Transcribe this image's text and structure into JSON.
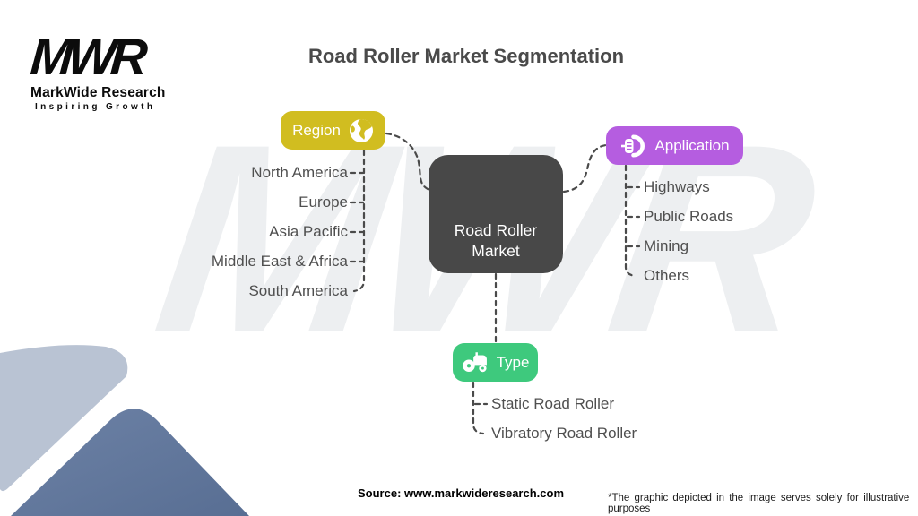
{
  "page": {
    "title": "Road Roller Market Segmentation"
  },
  "logo": {
    "mark": "MWR",
    "name": "MarkWide Research",
    "tagline": "Inspiring Growth"
  },
  "watermark": {
    "text": "MWR"
  },
  "diagram": {
    "center": {
      "line1": "Road Roller",
      "line2": "Market"
    },
    "branches": [
      {
        "id": "region",
        "label": "Region",
        "icon": "globe-icon",
        "color": "#d1bd20",
        "items": [
          "North America",
          "Europe",
          "Asia Pacific",
          "Middle East & Africa",
          "South America"
        ]
      },
      {
        "id": "application",
        "label": "Application",
        "icon": "roller-drum-icon",
        "color": "#b55de0",
        "items": [
          "Highways",
          "Public Roads",
          "Mining",
          "Others"
        ]
      },
      {
        "id": "type",
        "label": "Type",
        "icon": "road-roller-icon",
        "color": "#3ec97d",
        "items": [
          "Static Road Roller",
          "Vibratory Road Roller"
        ]
      }
    ],
    "connector_color": "#4a4a4a"
  },
  "footer": {
    "source": "Source: www.markwideresearch.com",
    "disclaimer": "*The graphic depicted in the image serves solely for illustrative purposes"
  }
}
